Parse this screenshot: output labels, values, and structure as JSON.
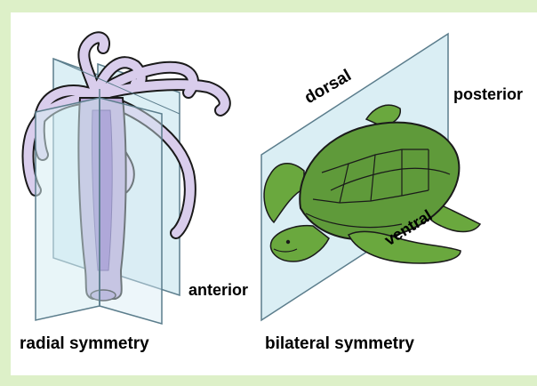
{
  "labels": {
    "radial": "radial symmetry",
    "bilateral": "bilateral symmetry",
    "dorsal": "dorsal",
    "posterior": "posterior",
    "ventral": "ventral",
    "anterior": "anterior"
  },
  "colors": {
    "background": "#ddf0c8",
    "panel": "#ffffff",
    "plane_fill": "#d6ecf3",
    "plane_stroke": "#5b7d8c",
    "hydra_body": "#b9a7d6",
    "hydra_core": "#8e72c4",
    "turtle_shell": "#5f9a3a",
    "turtle_skin": "#6aa83e",
    "outline": "#1a1a1a"
  }
}
